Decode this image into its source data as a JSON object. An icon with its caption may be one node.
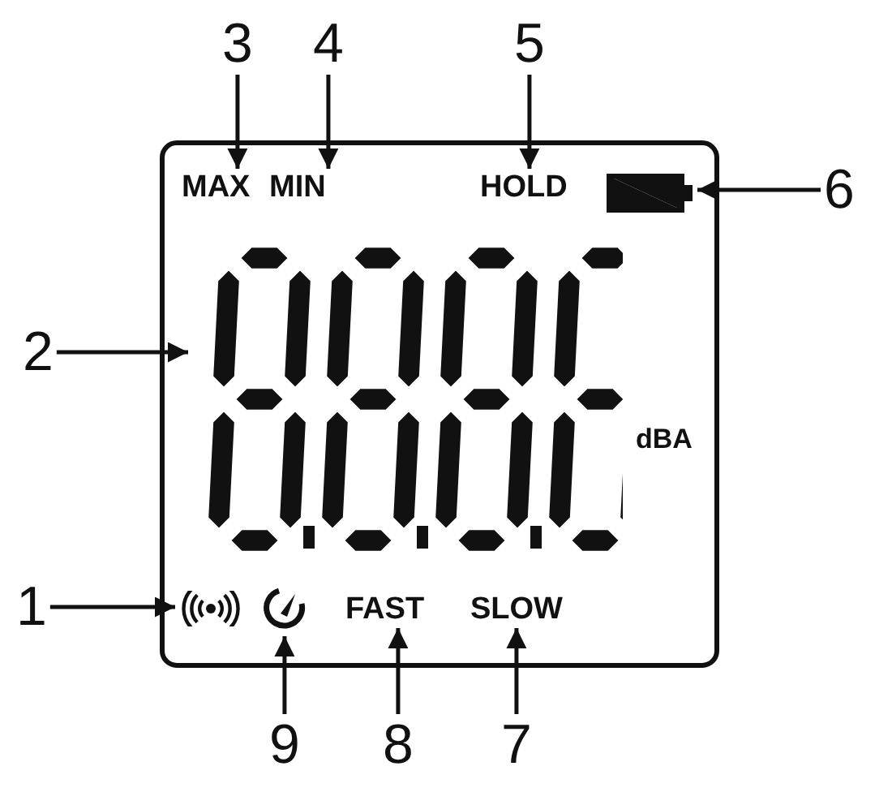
{
  "diagram": {
    "nodes": [
      {
        "text": [
          "3"
        ]
      },
      {
        "text": [
          "4"
        ]
      },
      {
        "text": [
          "5"
        ]
      },
      {
        "text": [
          "MAX"
        ]
      },
      {
        "text": [
          "MIN"
        ]
      },
      {
        "text": [
          "HOLD"
        ]
      },
      {
        "text": [],
        "shape": "battery"
      },
      {
        "text": [
          "6"
        ]
      },
      {
        "text": [
          "2"
        ]
      },
      {
        "text": [],
        "shape": "display"
      },
      {
        "text": [
          "1"
        ]
      },
      {
        "text": [],
        "shape": "signal"
      },
      {
        "text": [],
        "shape": "gauge"
      },
      {
        "text": [
          "FAST"
        ]
      },
      {
        "text": [
          "SLOW"
        ]
      },
      {
        "text": [
          "9"
        ]
      },
      {
        "text": [
          "8"
        ]
      },
      {
        "text": [
          "7"
        ]
      }
    ],
    "edges": [
      {
        "from": 0,
        "to": 3,
        "arrow": "to"
      },
      {
        "from": 1,
        "to": 4,
        "arrow": "to"
      },
      {
        "from": 2,
        "to": 5,
        "arrow": "to"
      },
      {
        "from": 7,
        "to": 6,
        "arrow": "to"
      },
      {
        "from": 8,
        "to": 9,
        "arrow": "to"
      },
      {
        "from": 10,
        "to": 11,
        "arrow": "to"
      },
      {
        "from": 15,
        "to": 12,
        "arrow": "to"
      },
      {
        "from": 16,
        "to": 13,
        "arrow": "to"
      },
      {
        "from": 17,
        "to": 14,
        "arrow": "to"
      }
    ],
    "labels": [
      "dBA"
    ]
  }
}
